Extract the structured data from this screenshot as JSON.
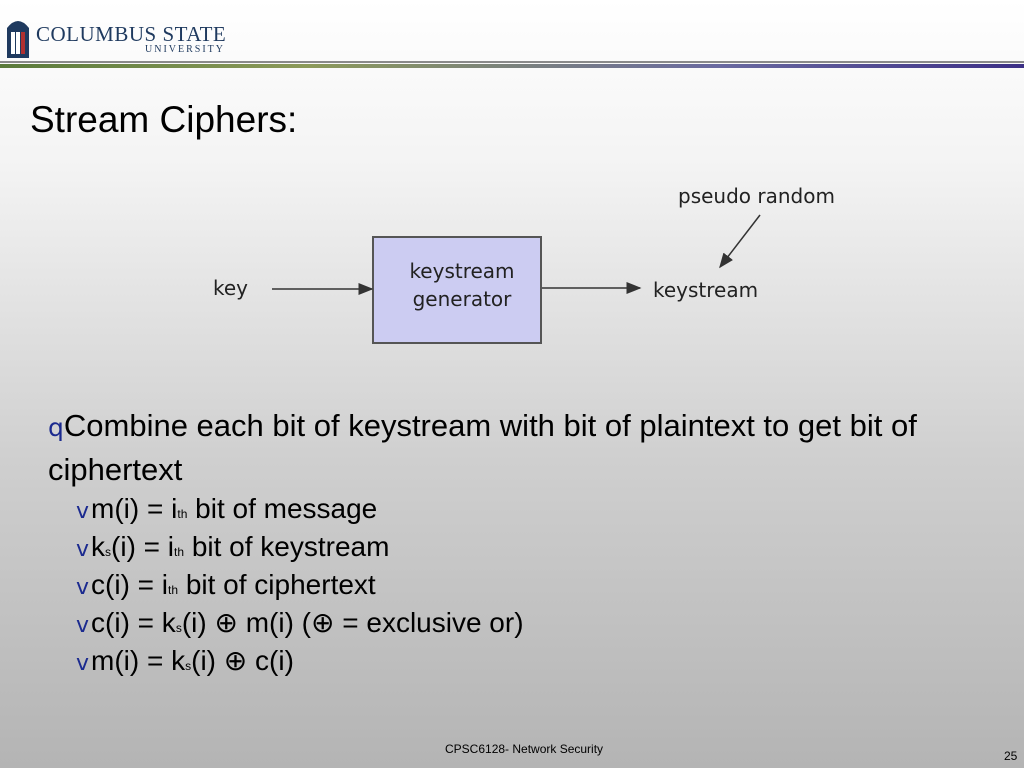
{
  "header": {
    "logo_line1": "COLUMBUS STATE",
    "logo_line2": "UNIVERSITY"
  },
  "slide": {
    "title": "Stream Ciphers:"
  },
  "diagram": {
    "box_line1": "keystream",
    "box_line2": "generator",
    "input_label": "key",
    "output_label": "keystream",
    "annotation": "pseudo random",
    "box_fill": "#ccccf2"
  },
  "bullets": {
    "main_symbol": "q",
    "main_text": "Combine each bit of keystream with bit of plaintext to get bit of ciphertext",
    "sub_symbol": "v",
    "sub": [
      {
        "pre": "m(i) = i",
        "small": "th",
        "post": " bit of message"
      },
      {
        "pre": "k",
        "small": "s",
        "post": "(i) = i",
        "small2": "th",
        "post2": " bit of keystream"
      },
      {
        "pre": "c(i) = i",
        "small": "th",
        "post": " bit of ciphertext"
      },
      {
        "pre": "c(i) = k",
        "small": "s",
        "post": "(i) ⊕ m(i)   (⊕ = exclusive or)"
      },
      {
        "pre": "m(i) = k",
        "small": "s",
        "post": "(i) ⊕ c(i)"
      }
    ]
  },
  "footer": {
    "course": "CPSC6128- Network Security",
    "page": "25"
  }
}
